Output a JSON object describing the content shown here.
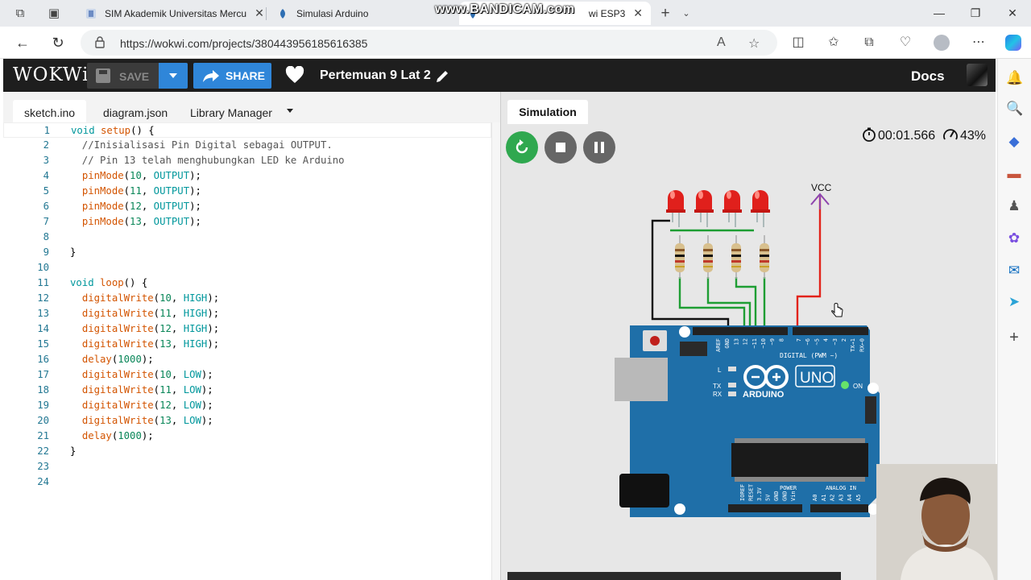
{
  "browser": {
    "tabs": [
      {
        "title": "SIM Akademik Universitas Mercu",
        "active": false
      },
      {
        "title": "Simulasi Arduino",
        "active": false
      },
      {
        "title": "wi ESP3",
        "active": true
      }
    ],
    "watermark": "www.BANDICAM.com",
    "url": "https://wokwi.com/projects/380443956185616385"
  },
  "wokwi": {
    "logo": "WOKWi",
    "save_label": "SAVE",
    "share_label": "SHARE",
    "project_title": "Pertemuan 9 Lat 2",
    "docs_label": "Docs"
  },
  "editor": {
    "tabs": [
      "sketch.ino",
      "diagram.json",
      "Library Manager"
    ],
    "lines": [
      "void setup() {",
      "  //Inisialisasi Pin Digital sebagai OUTPUT.",
      "  // Pin 13 telah menghubungkan LED ke Arduino",
      "  pinMode(10, OUTPUT);",
      "  pinMode(11, OUTPUT);",
      "  pinMode(12, OUTPUT);",
      "  pinMode(13, OUTPUT);",
      "",
      "}",
      "",
      "void loop() {",
      "  digitalWrite(10, HIGH);",
      "  digitalWrite(11, HIGH);",
      "  digitalWrite(12, HIGH);",
      "  digitalWrite(13, HIGH);",
      "  delay(1000);",
      "  digitalWrite(10, LOW);",
      "  digitalWrite(11, LOW);",
      "  digitalWrite(12, LOW);",
      "  digitalWrite(13, LOW);",
      "  delay(1000);",
      "}",
      "",
      ""
    ]
  },
  "simulation": {
    "tab_label": "Simulation",
    "timer": "00:01.566",
    "performance": "43%",
    "vcc_label": "VCC",
    "board": {
      "brand": "ARDUINO",
      "model": "UNO",
      "on_label": "ON",
      "l_label": "L",
      "tx_label": "TX",
      "rx_label": "RX",
      "digital_label": "DIGITAL (PWM ~)",
      "power_label": "POWER",
      "analog_label": "ANALOG IN",
      "top_pins": [
        "AREF",
        "GND",
        "13",
        "12",
        "~11",
        "~10",
        "~9",
        "8",
        "7",
        "~6",
        "~5",
        "4",
        "~3",
        "2",
        "TX→1",
        "RX←0"
      ],
      "power_pins": [
        "IOREF",
        "RESET",
        "3.3V",
        "5V",
        "GND",
        "GND",
        "Vin"
      ],
      "analog_pins": [
        "A0",
        "A1",
        "A2",
        "A3",
        "A4",
        "A5"
      ]
    }
  },
  "colors": {
    "wokwi_header": "#1e1e1e",
    "accent_blue": "#2f86d9",
    "restart_green": "#2fa84f",
    "board_blue": "#1f6fa8",
    "led_red": "#e0201c",
    "wire_green": "#1e9e33",
    "wire_red": "#e2231a"
  }
}
